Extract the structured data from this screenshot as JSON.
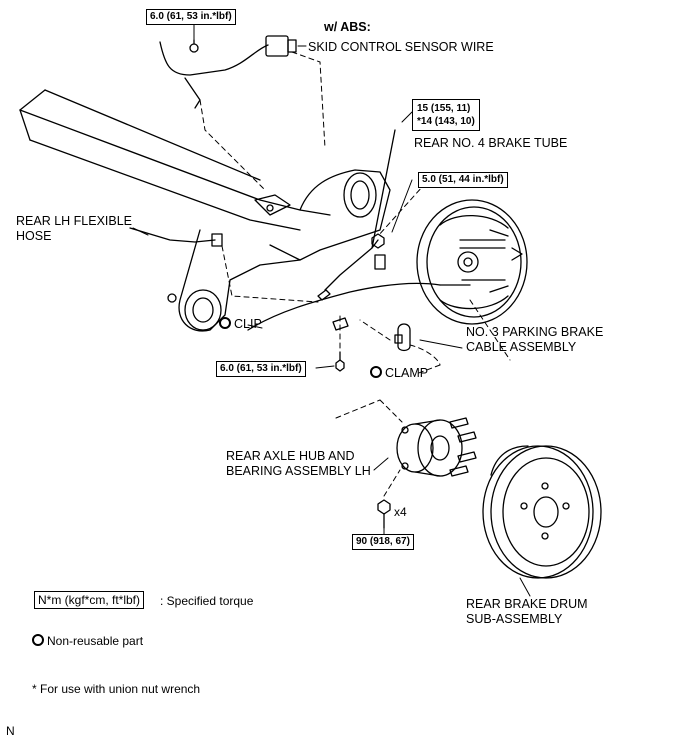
{
  "header": {
    "abs_note": "w/ ABS:"
  },
  "labels": {
    "skid_sensor": "SKID CONTROL SENSOR WIRE",
    "brake_tube": "REAR NO. 4 BRAKE TUBE",
    "flex_hose_1": "REAR LH FLEXIBLE",
    "flex_hose_2": "HOSE",
    "clip": "CLIP",
    "parking_cable_1": "NO. 3 PARKING BRAKE",
    "parking_cable_2": "CABLE ASSEMBLY",
    "clamp": "CLAMP",
    "axle_hub_1": "REAR AXLE HUB AND",
    "axle_hub_2": "BEARING ASSEMBLY LH",
    "bolt_count": "x4",
    "drum_1": "REAR BRAKE DRUM",
    "drum_2": "SUB-ASSEMBLY"
  },
  "torques": {
    "sensor_bolt": "6.0 (61, 53 in.*lbf)",
    "tube_line1": "15 (155, 11)",
    "tube_line2": "*14 (143, 10)",
    "backing_bolt": "5.0 (51, 44 in.*lbf)",
    "clip_bolt": "6.0 (61, 53 in.*lbf)",
    "hub_bolt": "90 (918, 67)"
  },
  "legend": {
    "torque_unit": "N*m (kgf*cm, ft*lbf)",
    "torque_desc": ": Specified torque",
    "nonreusable": "Non-reusable part",
    "asterisk_note": "* For use with union nut wrench"
  },
  "footer": {
    "code": "N"
  }
}
